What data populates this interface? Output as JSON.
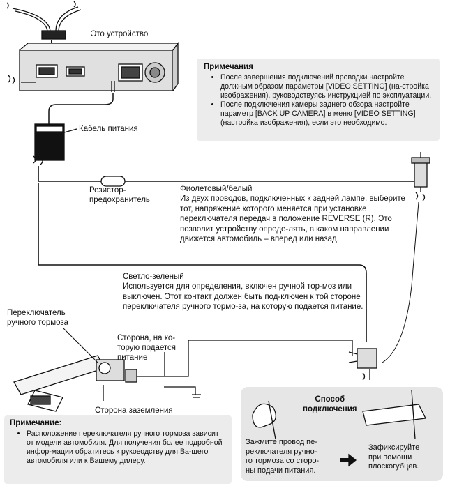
{
  "labels": {
    "device": "Это устройство",
    "power_cable": "Кабель питания",
    "fuse_resistor": "Резистор-\nпредохранитель",
    "brake_switch": "Переключатель\nручного тормоза",
    "powered_side": "Сторона, на ко-\nторую подается\nпитание",
    "ground_side": "Сторона заземления"
  },
  "notes_top": {
    "title": "Примечания",
    "items": [
      "После завершения подключений проводки настройте должным образом параметры [VIDEO SETTING] (на-стройка изображения), руководствуясь инструкцией по эксплуатации.",
      "После подключения камеры заднего обзора настройте параметр [BACK UP CAMERA] в меню [VIDEO SETTING] (настройка изображения), если это необходимо."
    ]
  },
  "violet_white": {
    "title": "Фиолетовый/белый",
    "text": "Из двух проводов, подключенных к задней лампе, выберите тот, напряжение которого меняется при установке переключателя передач в положение REVERSE (R). Это позволит устройству опреде-лять, в каком направлении движется автомобиль – вперед или назад."
  },
  "light_green": {
    "title": "Светло-зеленый",
    "text": "Используется для определения, включен ручной тор-моз или выключен. Этот контакт должен быть под-ключен к той стороне переключателя ручного тормо-за, на которую подается питание."
  },
  "method": {
    "title": "Способ\nподключения",
    "step1": "Зажмите провод пе-\nреключателя ручно-\nго тормоза со сторо-\nны подачи питания.",
    "step2": "Зафиксируйте\nпри помощи\nплоскогубцев."
  },
  "note_bottom": {
    "title": "Примечание:",
    "items": [
      "Расположение переключателя ручного тормоза зависит от модели автомобиля. Для получения более подробной инфор-мации обратитесь к руководству для Ва-шего автомобиля или к Вашему дилеру."
    ]
  },
  "colors": {
    "note_bg": "#ececec",
    "method_bg": "#e6e6e6",
    "line": "#111111"
  }
}
